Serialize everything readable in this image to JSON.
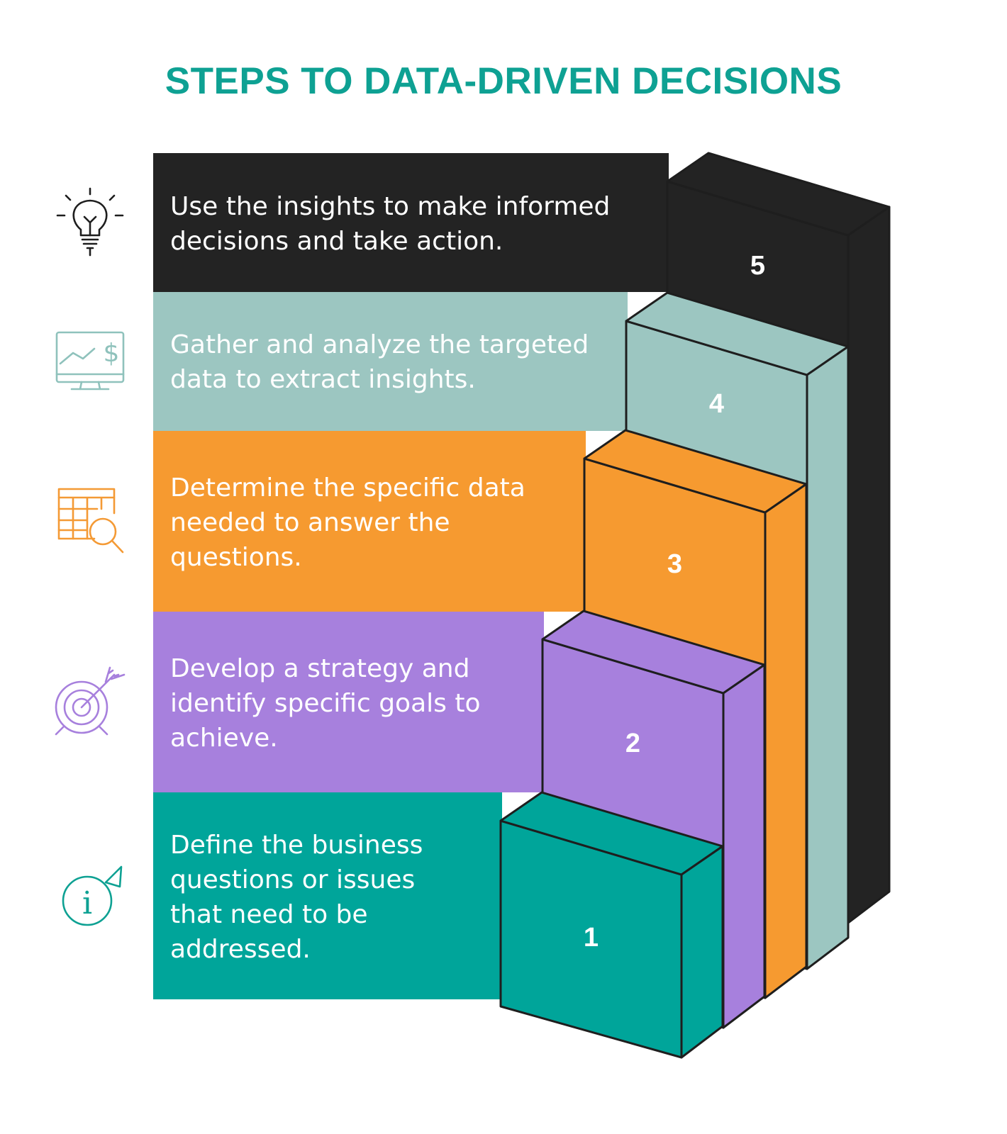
{
  "title": "STEPS TO DATA-DRIVEN DECISIONS",
  "colors": {
    "title": "#0ea193",
    "outline": "#1e1e1e",
    "step_text_dark": "#ffffff",
    "step_text_light": "#ffffff"
  },
  "steps": [
    {
      "number": "5",
      "lines": [
        "Use the insights to make informed",
        "decisions and take action."
      ],
      "color": "#232323",
      "icon": "lightbulb-icon",
      "icon_color": "#1e1e1e"
    },
    {
      "number": "4",
      "lines": [
        "Gather and analyze the targeted",
        "data to extract insights."
      ],
      "color": "#9cc6c1",
      "icon": "monitor-dollar-chart-icon",
      "icon_color": "#8fc2bc"
    },
    {
      "number": "3",
      "lines": [
        "Determine the specific data",
        "needed to answer the",
        "questions."
      ],
      "color": "#f69a30",
      "icon": "spreadsheet-search-icon",
      "icon_color": "#f49a35"
    },
    {
      "number": "2",
      "lines": [
        "Develop a strategy and",
        "identify specific goals to",
        "achieve."
      ],
      "color": "#a780dd",
      "icon": "target-arrow-icon",
      "icon_color": "#a780dd"
    },
    {
      "number": "1",
      "lines": [
        "Define the business",
        "questions or issues",
        "that need to be",
        "addressed."
      ],
      "color": "#00a59a",
      "icon": "info-flag-icon",
      "icon_color": "#0ea193"
    }
  ]
}
